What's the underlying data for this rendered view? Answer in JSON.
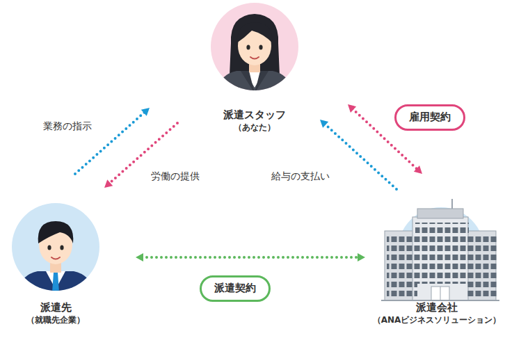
{
  "diagram": {
    "nodes": [
      {
        "text": [
          "派遣スタッフ",
          "（あなた）"
        ]
      },
      {
        "text": [
          "派遣先",
          "（就職先企業）"
        ]
      },
      {
        "text": [
          "派遣会社",
          "（ANAビジネスソリューション）"
        ]
      }
    ],
    "edges": [
      {
        "from": 1,
        "to": 0,
        "label": "業務の指示",
        "arrow": "to"
      },
      {
        "from": 0,
        "to": 1,
        "label": "労働の提供",
        "arrow": "to"
      },
      {
        "from": 2,
        "to": 0,
        "label": "給与の支払い",
        "arrow": "to"
      },
      {
        "from": 0,
        "to": 2,
        "label": "雇用契約",
        "arrow": "both"
      },
      {
        "from": 1,
        "to": 2,
        "label": "派遣契約",
        "arrow": "both"
      }
    ]
  }
}
